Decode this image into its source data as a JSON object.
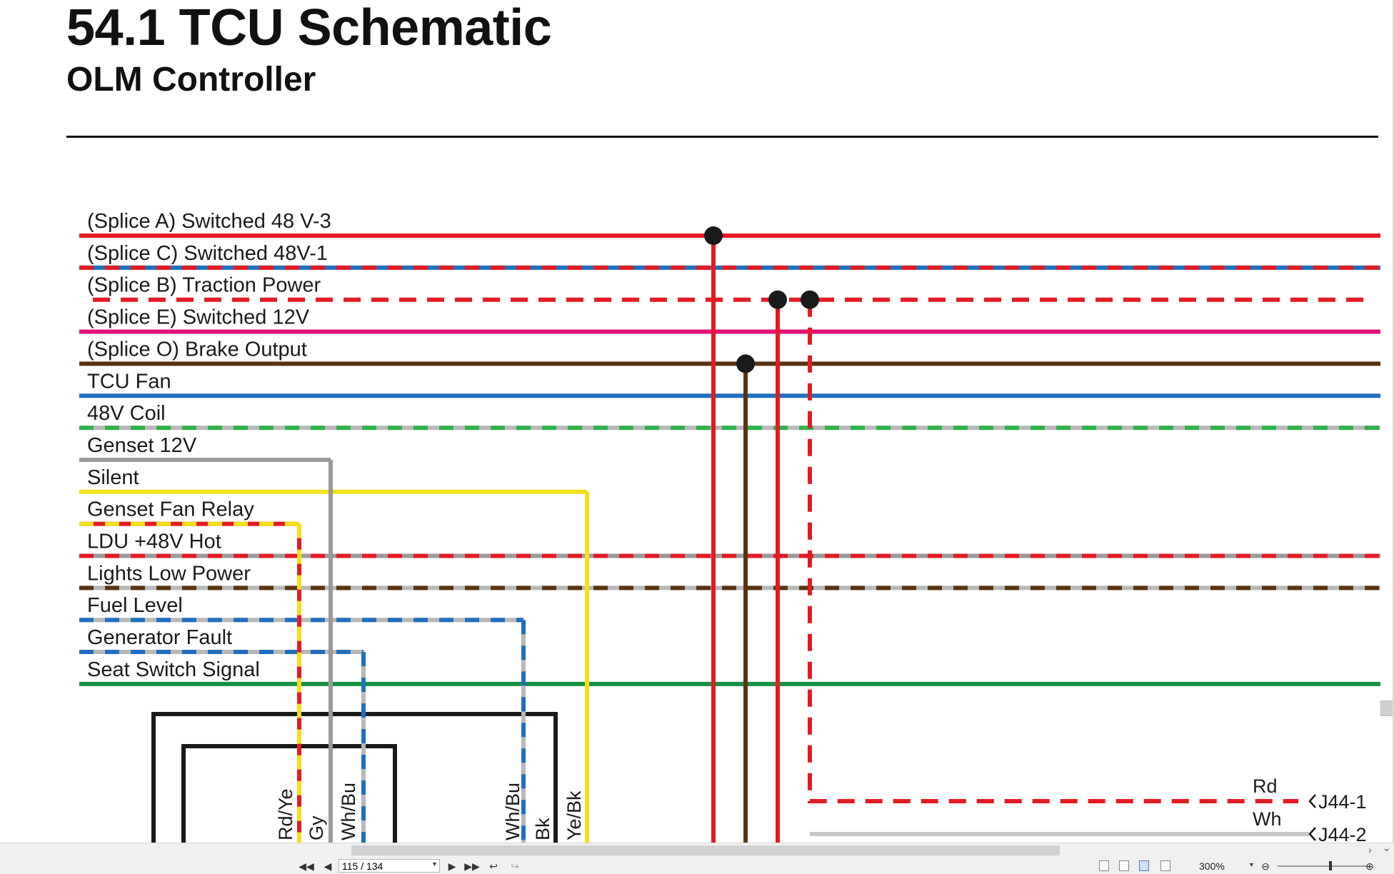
{
  "document": {
    "title": "54.1 TCU Schematic",
    "subtitle": "OLM Controller"
  },
  "nets": [
    {
      "label": "(Splice A) Switched 48 V-3",
      "primary": "#e31b23",
      "style": "solid"
    },
    {
      "label": "(Splice C) Switched 48V-1",
      "primary": "#1f6fbf",
      "secondary": "#e31b23",
      "style": "striped"
    },
    {
      "label": "(Splice B) Traction Power",
      "primary": "#e31b23",
      "style": "dashed"
    },
    {
      "label": "(Splice E) Switched 12V",
      "primary": "#e0127a",
      "style": "solid"
    },
    {
      "label": "(Splice O) Brake Output",
      "primary": "#5a3410",
      "style": "solid"
    },
    {
      "label": "TCU Fan",
      "primary": "#1f6fbf",
      "style": "solid"
    },
    {
      "label": "48V Coil",
      "primary": "#b8b8b8",
      "secondary": "#2fb34a",
      "style": "striped"
    },
    {
      "label": "Genset 12V",
      "primary": "#9a9a9a",
      "style": "solid"
    },
    {
      "label": "Silent",
      "primary": "#f3e01a",
      "style": "solid"
    },
    {
      "label": "Genset Fan Relay",
      "primary": "#e31b23",
      "secondary": "#f3e01a",
      "style": "striped"
    },
    {
      "label": "LDU +48V Hot",
      "primary": "#9a9a9a",
      "secondary": "#e31b23",
      "style": "striped"
    },
    {
      "label": "Lights Low Power",
      "primary": "#b8b8b8",
      "secondary": "#5a3410",
      "style": "striped"
    },
    {
      "label": "Fuel Level",
      "primary": "#b8b8b8",
      "secondary": "#1f6fbf",
      "style": "striped"
    },
    {
      "label": "Generator Fault",
      "primary": "#b8b8b8",
      "secondary": "#1f6fbf",
      "style": "striped"
    },
    {
      "label": "Seat Switch Signal",
      "primary": "#159142",
      "style": "solid"
    }
  ],
  "wire_labels": [
    "Rd/Ye",
    "Gy",
    "Wh/Bu",
    "Wh/Bu",
    "Bk",
    "Ye/Bk"
  ],
  "connector": {
    "pins": [
      {
        "wire": "Rd",
        "pin": "J44-1"
      },
      {
        "wire": "Wh",
        "pin": "J44-2"
      }
    ]
  },
  "viewer": {
    "page_display": "115 / 134",
    "zoom": "300%"
  },
  "icons": {
    "first_page": "first-page-icon",
    "prev_page": "prev-page-icon",
    "next_page": "next-page-icon",
    "last_page": "last-page-icon",
    "back_view": "back-view-icon",
    "forward_view": "forward-view-icon",
    "zoom_out": "zoom-out-icon",
    "zoom_in": "zoom-in-icon"
  }
}
